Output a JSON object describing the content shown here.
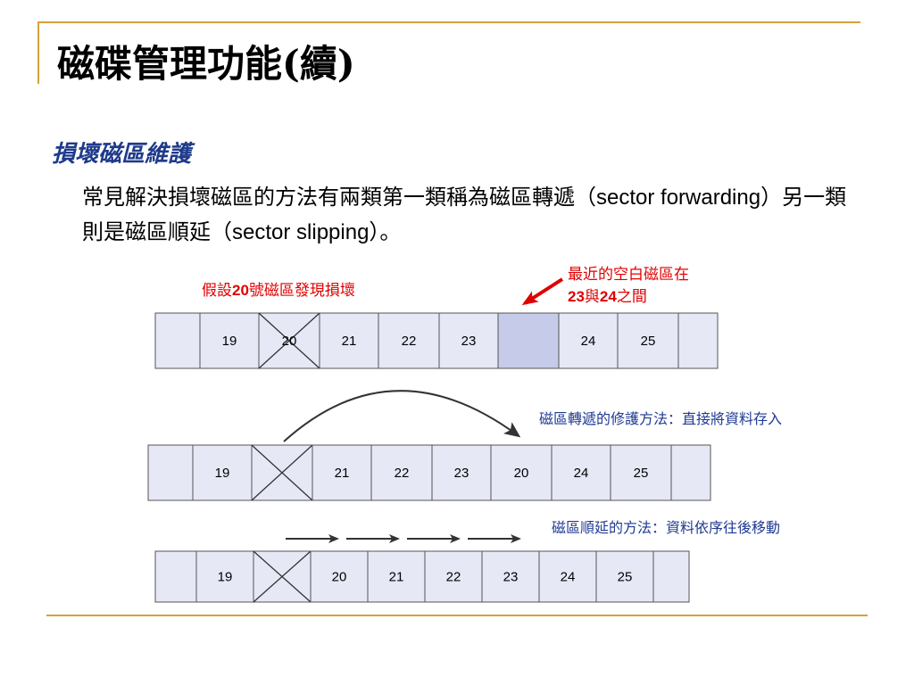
{
  "slide": {
    "title": "磁碟管理功能(續)",
    "subtitle": "損壞磁區維護",
    "paragraph_prefix": "常見解決損壞磁區的方法有兩類第一類稱為磁區轉遞（",
    "paragraph_term1": "sector forwarding",
    "paragraph_mid": "）另一類則是磁區順延（",
    "paragraph_term2": "sector slipping",
    "paragraph_suffix": "）。"
  },
  "diagram": {
    "note_bad_prefix": "假設",
    "note_bad_num": "20",
    "note_bad_suffix": "號磁區發現損壞",
    "note_spare_line1": "最近的空白磁區在",
    "note_spare_num1": "23",
    "note_spare_mid": "與",
    "note_spare_num2": "24",
    "note_spare_suffix": "之間",
    "forwarding_caption": "磁區轉遞的修護方法：直接將資料存入",
    "slipping_caption": "磁區順延的方法：資料依序往後移動",
    "row1_cells": [
      "",
      "19",
      "20",
      "21",
      "22",
      "23",
      "",
      "24",
      "25",
      ""
    ],
    "row2_cells": [
      "",
      "19",
      "",
      "21",
      "22",
      "23",
      "20",
      "24",
      "25",
      ""
    ],
    "row3_cells": [
      "",
      "19",
      "",
      "20",
      "21",
      "22",
      "23",
      "24",
      "25",
      ""
    ],
    "colors": {
      "cell_fill": "#e6e8f6",
      "cell_border": "#555555",
      "spare_fill": "#c5cbe8",
      "red": "#e00000",
      "blue": "#1f3a93",
      "rule": "#d6a23a"
    }
  }
}
